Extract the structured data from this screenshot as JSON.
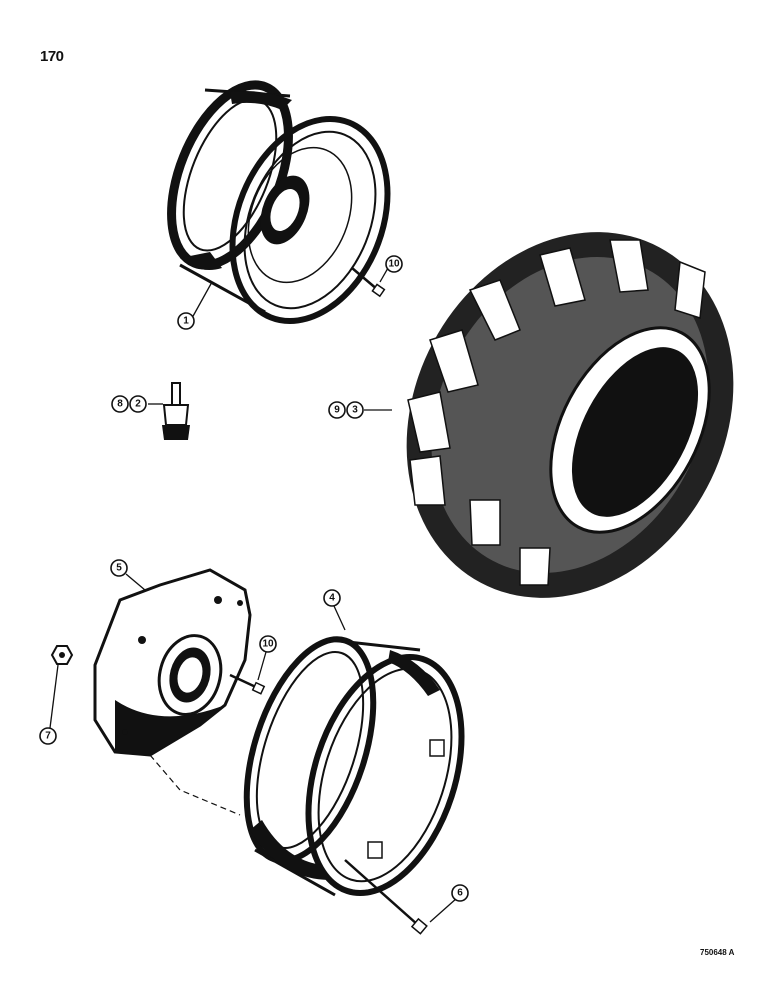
{
  "page_number": "170",
  "drawing_code": "750648 A",
  "callouts": {
    "c1": "1",
    "c2": "2",
    "c3": "3",
    "c4": "4",
    "c5": "5",
    "c6": "6",
    "c7": "7",
    "c8": "8",
    "c9": "9",
    "c10a": "10",
    "c10b": "10"
  }
}
